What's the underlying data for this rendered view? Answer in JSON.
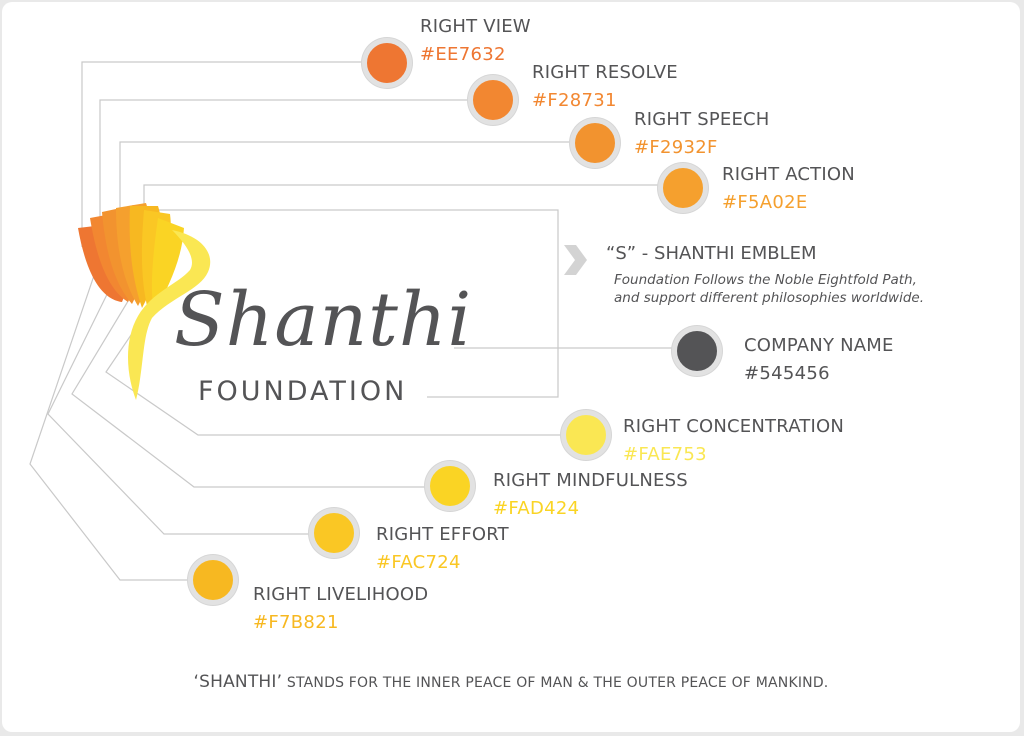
{
  "emblem": {
    "title": "“S” - SHANTHI EMBLEM",
    "description_line1": "Foundation Follows the Noble Eightfold Path,",
    "description_line2": "and support different philosophies worldwide."
  },
  "logo": {
    "word": "Shanthi",
    "subtitle": "FOUNDATION"
  },
  "palette": [
    {
      "name": "RIGHT VIEW",
      "hex": "#EE7632",
      "color": "#EE7632"
    },
    {
      "name": "RIGHT RESOLVE",
      "hex": "#F28731",
      "color": "#F28731"
    },
    {
      "name": "RIGHT SPEECH",
      "hex": "#F2932F",
      "color": "#F2932F"
    },
    {
      "name": "RIGHT ACTION",
      "hex": "#F5A02E",
      "color": "#F5A02E"
    },
    {
      "name": "COMPANY NAME",
      "hex": "#545456",
      "color": "#545456"
    },
    {
      "name": "RIGHT CONCENTRATION",
      "hex": "#FAE753",
      "color": "#FAE753"
    },
    {
      "name": "RIGHT MINDFULNESS",
      "hex": "#FAD424",
      "color": "#FAD424"
    },
    {
      "name": "RIGHT EFFORT",
      "hex": "#FAC724",
      "color": "#FAC724"
    },
    {
      "name": "RIGHT LIVELIHOOD",
      "hex": "#F7B821",
      "color": "#F7B821"
    }
  ],
  "footer": {
    "highlight": "‘SHANTHI’",
    "rest": " STANDS FOR THE INNER PEACE OF MAN & THE OUTER PEACE OF MANKIND."
  }
}
